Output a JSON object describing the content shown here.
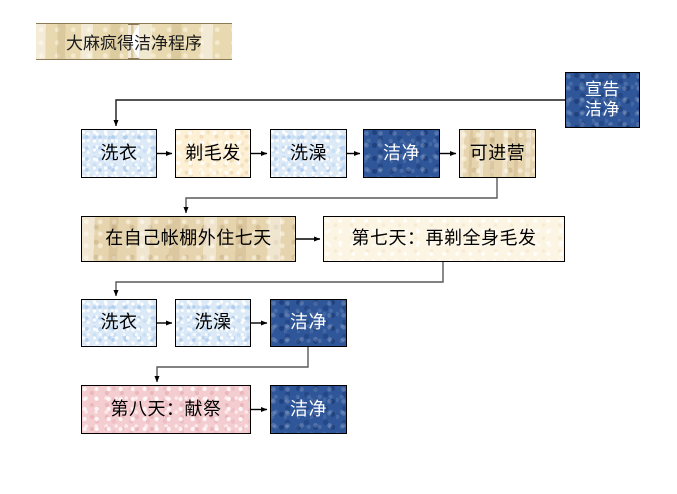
{
  "diagram": {
    "title": "大麻疯得洁净程序",
    "background_color": "#ffffff",
    "line_color": "#404040",
    "arrow_color": "#000000"
  },
  "colors": {
    "light_blue": "#dce9f7",
    "dark_blue": "#2e5699",
    "cream": "#fdf0d5",
    "pale_cream": "#fdf5e4",
    "tan": "#e6d4ae",
    "pink": "#f4cdd0",
    "banner": "#e8d9b0",
    "border": "#000000",
    "white_text": "#ffffff"
  },
  "nodes": {
    "declare_clean": {
      "label": "宣告\n洁净",
      "fill": "dark-blue"
    },
    "row1": [
      {
        "label": "洗衣",
        "fill": "light-blue"
      },
      {
        "label": "剃毛发",
        "fill": "cream"
      },
      {
        "label": "洗澡",
        "fill": "light-blue"
      },
      {
        "label": "洁净",
        "fill": "dark-blue"
      },
      {
        "label": "可进营",
        "fill": "tan"
      }
    ],
    "row2": [
      {
        "label": "在自己帐棚外住七天",
        "fill": "tan"
      },
      {
        "label": "第七天：再剃全身毛发",
        "fill": "pale-cream"
      }
    ],
    "row3": [
      {
        "label": "洗衣",
        "fill": "light-blue"
      },
      {
        "label": "洗澡",
        "fill": "light-blue"
      },
      {
        "label": "洁净",
        "fill": "dark-blue"
      }
    ],
    "row4": [
      {
        "label": "第八天：献祭",
        "fill": "pink"
      },
      {
        "label": "洁净",
        "fill": "dark-blue"
      }
    ]
  }
}
